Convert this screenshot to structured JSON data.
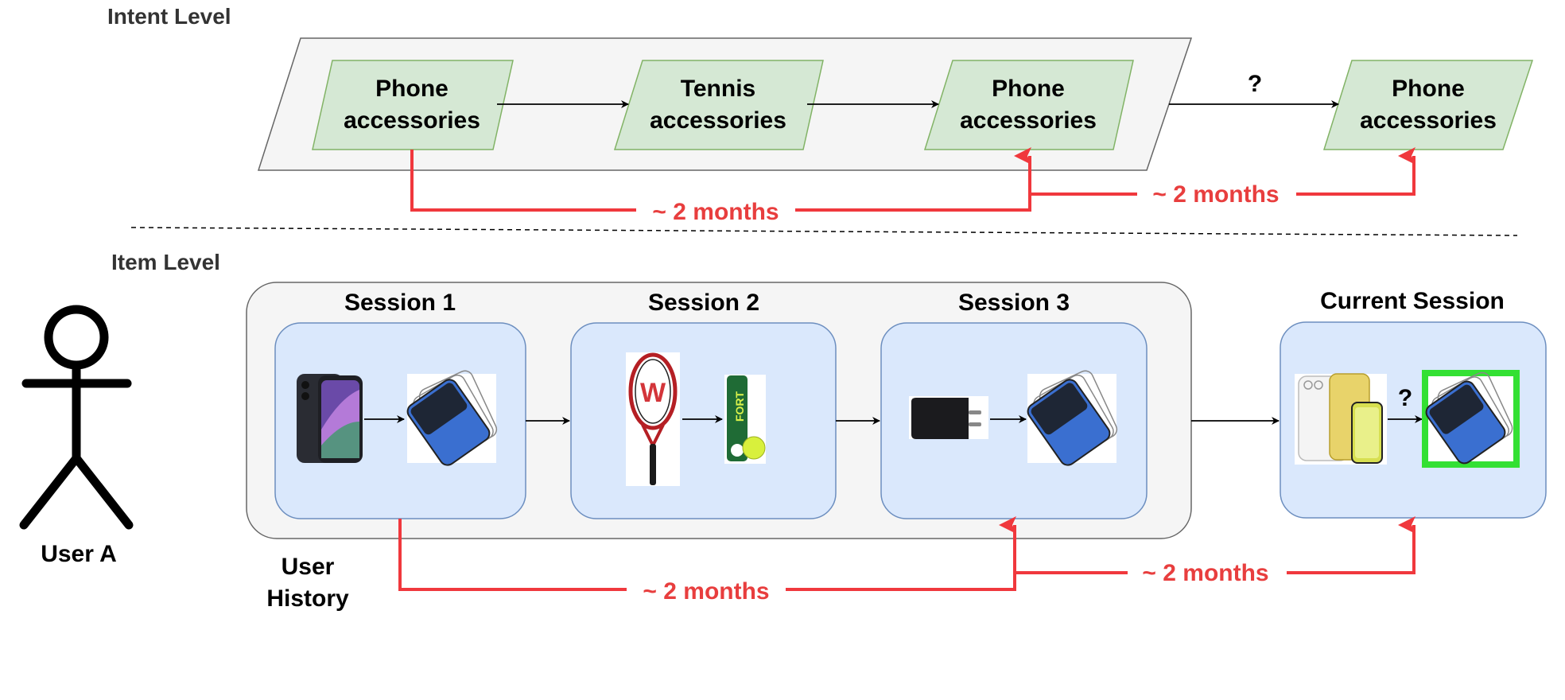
{
  "labels": {
    "intent_level": "Intent Level",
    "item_level": "Item Level",
    "user": "User A",
    "user_history_line1": "User",
    "user_history_line2": "History",
    "question_mark": "?"
  },
  "intents": [
    {
      "line1": "Phone",
      "line2": "accessories"
    },
    {
      "line1": "Tennis",
      "line2": "accessories"
    },
    {
      "line1": "Phone",
      "line2": "accessories"
    },
    {
      "line1": "Phone",
      "line2": "accessories"
    }
  ],
  "sessions": [
    {
      "title": "Session 1",
      "items": [
        "smartphone",
        "screen-protector"
      ]
    },
    {
      "title": "Session 2",
      "items": [
        "tennis-racket",
        "tennis-balls"
      ]
    },
    {
      "title": "Session 3",
      "items": [
        "phone-charger",
        "screen-protector"
      ]
    },
    {
      "title": "Current Session",
      "items": [
        "phone-case",
        "screen-protector"
      ]
    }
  ],
  "intervals": {
    "intent_gap_1": "~ 2 months",
    "intent_gap_2": "~ 2 months",
    "item_gap_1": "~ 2 months",
    "item_gap_2": "~ 2 months"
  },
  "colors": {
    "intent_fill": "#d5e8d4",
    "intent_stroke": "#82b366",
    "session_fill": "#dae8fc",
    "session_stroke": "#6c8ebf",
    "history_fill": "#f5f5f5",
    "gap_arrow": "#f0383d",
    "highlight": "#33e033"
  }
}
